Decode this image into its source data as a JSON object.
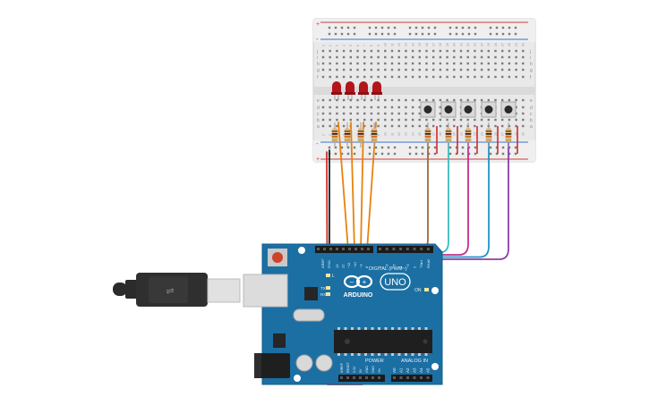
{
  "breadboard": {
    "row_letters_top": [
      "j",
      "i",
      "h",
      "g",
      "f"
    ],
    "row_letters_bottom": [
      "e",
      "d",
      "c",
      "b",
      "a"
    ],
    "rail_plus": "+",
    "rail_minus": "-",
    "column_numbers": [
      "1",
      "2",
      "3",
      "4",
      "5",
      "6",
      "7",
      "8",
      "9",
      "10",
      "11",
      "12",
      "13",
      "14",
      "15",
      "16",
      "17",
      "18",
      "19",
      "20",
      "21",
      "22",
      "23",
      "24",
      "25",
      "26",
      "27",
      "28",
      "29",
      "30"
    ]
  },
  "components": {
    "leds": [
      {
        "color": "#b3151b"
      },
      {
        "color": "#b3151b"
      },
      {
        "color": "#b3151b"
      },
      {
        "color": "#b3151b"
      }
    ],
    "led_resistor_count": 4,
    "pushbutton_count": 5,
    "button_resistor_count": 5
  },
  "wires": {
    "led_wire_color": "#e8820c",
    "button_wire_colors": [
      "#a06a3c",
      "#3bbcc0",
      "#c2308f",
      "#1f96c8",
      "#8b3fa8"
    ],
    "ground_wire_color": "#1e1e1e",
    "power_wire_color": "#d42a2a"
  },
  "arduino": {
    "board_color": "#1b6fa3",
    "logo_text": "ARDUINO",
    "model_text": "UNO",
    "digital_label": "DIGITAL (PWM~)",
    "power_label": "POWER",
    "analog_label": "ANALOG IN",
    "tx_label": "TX",
    "rx_label": "RX",
    "on_label": "ON",
    "l_label": "L",
    "aref_label": "AREF",
    "gnd_label": "GND",
    "digital_pins": [
      "13",
      "12",
      "~11",
      "~10",
      "~9",
      "8",
      "7",
      "~6",
      "~5",
      "4",
      "~3",
      "2",
      "TX▸1",
      "RX◂0"
    ],
    "power_pins": [
      "IOREF",
      "RESET",
      "3.3V",
      "5V",
      "GND",
      "GND",
      "Vin"
    ],
    "analog_pins": [
      "A0",
      "A1",
      "A2",
      "A3",
      "A4",
      "A5"
    ]
  },
  "usb_cable": {
    "color": "#2b2b2b"
  }
}
